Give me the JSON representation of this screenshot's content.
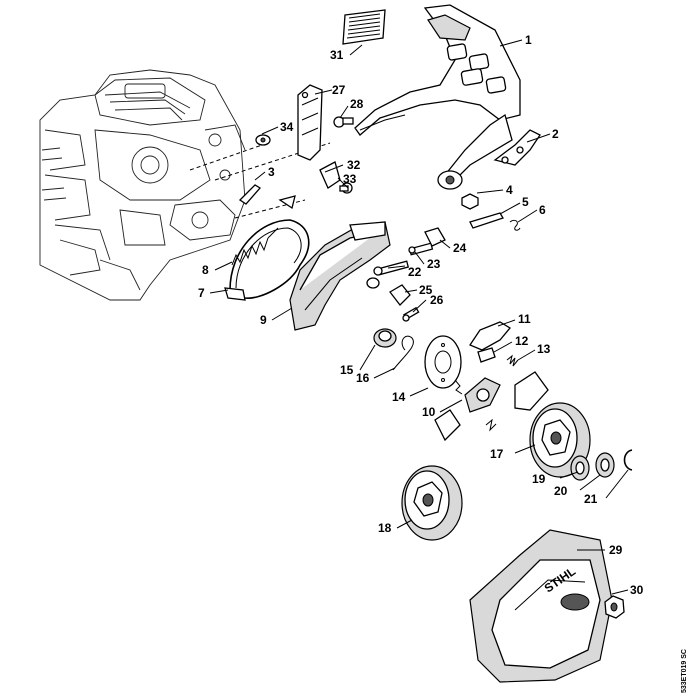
{
  "diagram": {
    "drawing_code": "533ET019 SC",
    "brand_marking": "STIHL",
    "callouts": [
      "1",
      "2",
      "3",
      "4",
      "5",
      "6",
      "7",
      "8",
      "9",
      "10",
      "11",
      "12",
      "13",
      "14",
      "15",
      "16",
      "17",
      "18",
      "19",
      "20",
      "21",
      "22",
      "23",
      "24",
      "25",
      "26",
      "27",
      "28",
      "29",
      "30",
      "31",
      "32",
      "33",
      "34"
    ]
  }
}
